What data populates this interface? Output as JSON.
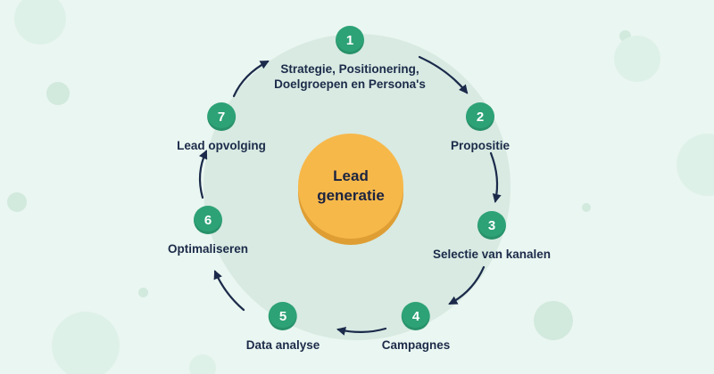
{
  "center": {
    "title_line1": "Lead",
    "title_line2": "generatie"
  },
  "steps": [
    {
      "number": "1",
      "label": "Strategie, Positionering, Doelgroepen en Persona's"
    },
    {
      "number": "2",
      "label": "Propositie"
    },
    {
      "number": "3",
      "label": "Selectie van kanalen"
    },
    {
      "number": "4",
      "label": "Campagnes"
    },
    {
      "number": "5",
      "label": "Data analyse"
    },
    {
      "number": "6",
      "label": "Optimaliseren"
    },
    {
      "number": "7",
      "label": "Lead opvolging"
    }
  ],
  "colors": {
    "background": "#eaf6f1",
    "diagram_circle": "#d8eae2",
    "center_circle": "#f7b84a",
    "center_circle_shadow": "#df9e33",
    "step_badge": "#2da277",
    "text": "#1c2b49",
    "arrow": "#1b2a4a"
  }
}
